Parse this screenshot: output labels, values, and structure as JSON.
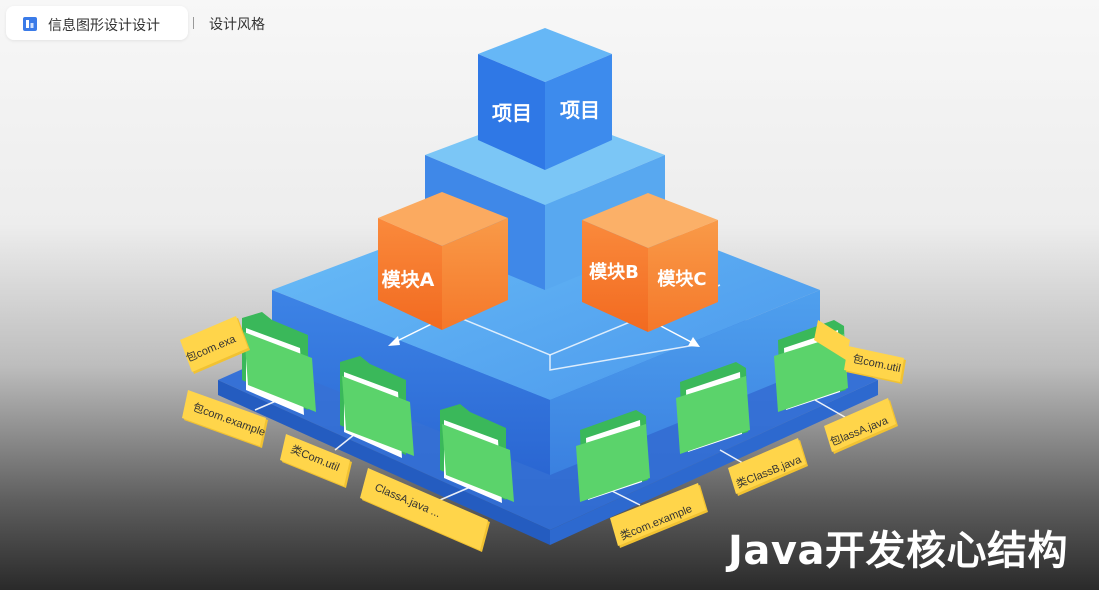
{
  "header": {
    "app_title": "信息图形设计设计",
    "app_icon": "chart-icon",
    "style_link": "设计风格"
  },
  "diagram": {
    "top_block": {
      "label_left": "项目",
      "label_right": "项目"
    },
    "modules": [
      {
        "label": "模块A"
      },
      {
        "label": "模块B"
      },
      {
        "label": "模块C"
      }
    ],
    "tags": [
      {
        "text": "包com.exa"
      },
      {
        "text": "包com.example"
      },
      {
        "text": "类Com.util"
      },
      {
        "text": "ClassA.java ..."
      },
      {
        "text": "类com.example"
      },
      {
        "text": "类ClassB.java"
      },
      {
        "text": "包lassA.java"
      },
      {
        "text": "包com.util"
      }
    ],
    "caption": "Java开发核心结构"
  },
  "colors": {
    "blue_light": "#5fb0f2",
    "blue_mid": "#3f86e6",
    "blue_dark": "#2f6fd6",
    "orange": "#f58a3a",
    "orange_dark": "#f26b1d",
    "folder_green": "#5bd36b",
    "tag_yellow": "#ffd54a"
  }
}
